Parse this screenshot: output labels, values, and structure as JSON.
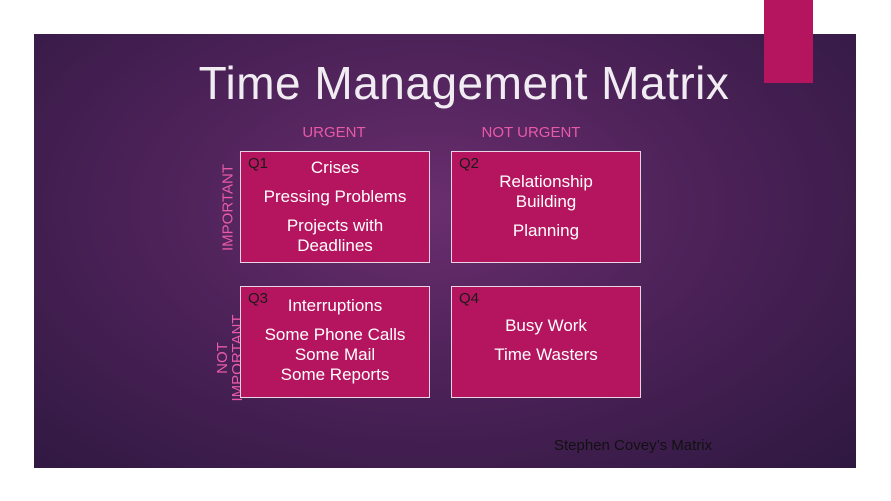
{
  "title": "Time Management Matrix",
  "columns": {
    "urgent": "URGENT",
    "not_urgent": "NOT URGENT"
  },
  "rows": {
    "important": "IMPORTANT",
    "not_important_line1": "NOT",
    "not_important_line2": "IMPORTANT"
  },
  "quadrants": {
    "q1": {
      "label": "Q1",
      "items": [
        "Crises",
        "Pressing Problems",
        "Projects with",
        "Deadlines"
      ]
    },
    "q2": {
      "label": "Q2",
      "items": [
        "Relationship",
        "Building",
        "Planning"
      ]
    },
    "q3": {
      "label": "Q3",
      "items": [
        "Interruptions",
        "Some Phone Calls",
        "Some Mail",
        "Some Reports"
      ]
    },
    "q4": {
      "label": "Q4",
      "items": [
        "Busy Work",
        "Time Wasters"
      ]
    }
  },
  "footer": "Stephen Covey’s Matrix",
  "colors": {
    "quadrant_fill": "#b5155f",
    "accent": "#b5155f",
    "header_text": "#e85aa6",
    "background": "#4d2259"
  },
  "icons": {
    "slide_arrow": "play-arrow-icon"
  }
}
